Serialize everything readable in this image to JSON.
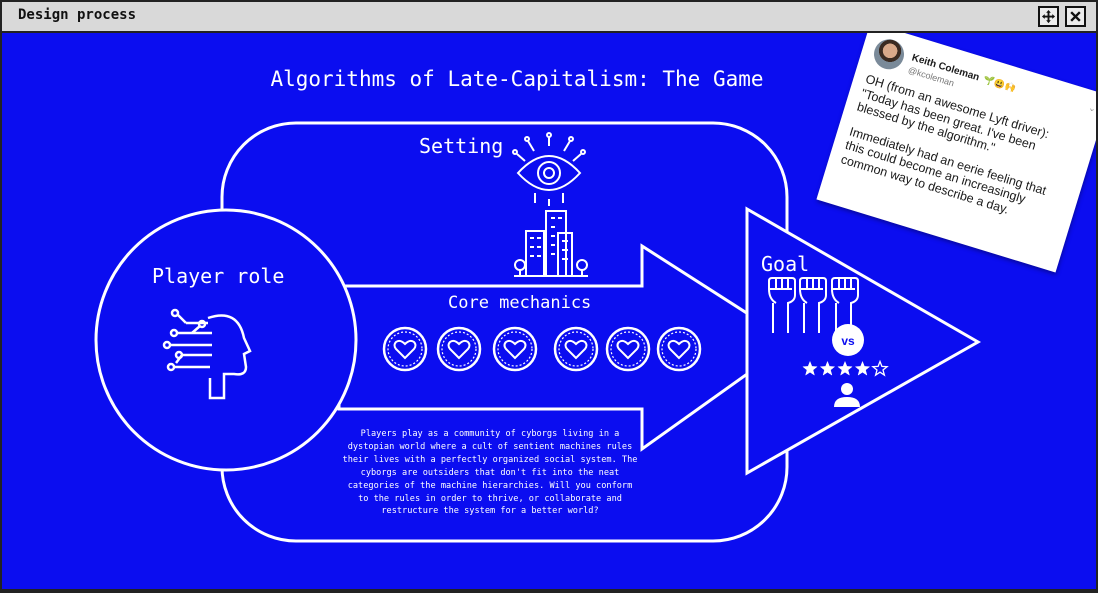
{
  "window": {
    "title": "Design process"
  },
  "colors": {
    "background": "#0b0df0",
    "foreground": "#ffffff"
  },
  "diagram": {
    "title": "Algorithms of Late-Capitalism: The Game",
    "setting_label": "Setting",
    "player_label": "Player role",
    "mechanics_label": "Core mechanics",
    "goal_label": "Goal",
    "vs_label": "vs",
    "description": "Players play as a community of cyborgs living in a dystopian world where a cult of sentient machines rules their lives with a perfectly organized social system. The cyborgs are outsiders that don't fit into the neat categories of the machine hierarchies. Will you conform to the rules in order to thrive, or collaborate and restructure the system for a better world?",
    "rating": 4,
    "rating_max": 5,
    "hearts": 6
  },
  "tweet": {
    "name": "Keith Coleman",
    "emoji": "🌱😃🙌",
    "handle": "@kcoleman",
    "paragraph1": "OH (from an awesome Lyft driver): \"Today has been great. I've been blessed by the algorithm.\"",
    "paragraph2": "Immediately had an eerie feeling that this could become an increasingly common way to describe a day."
  }
}
